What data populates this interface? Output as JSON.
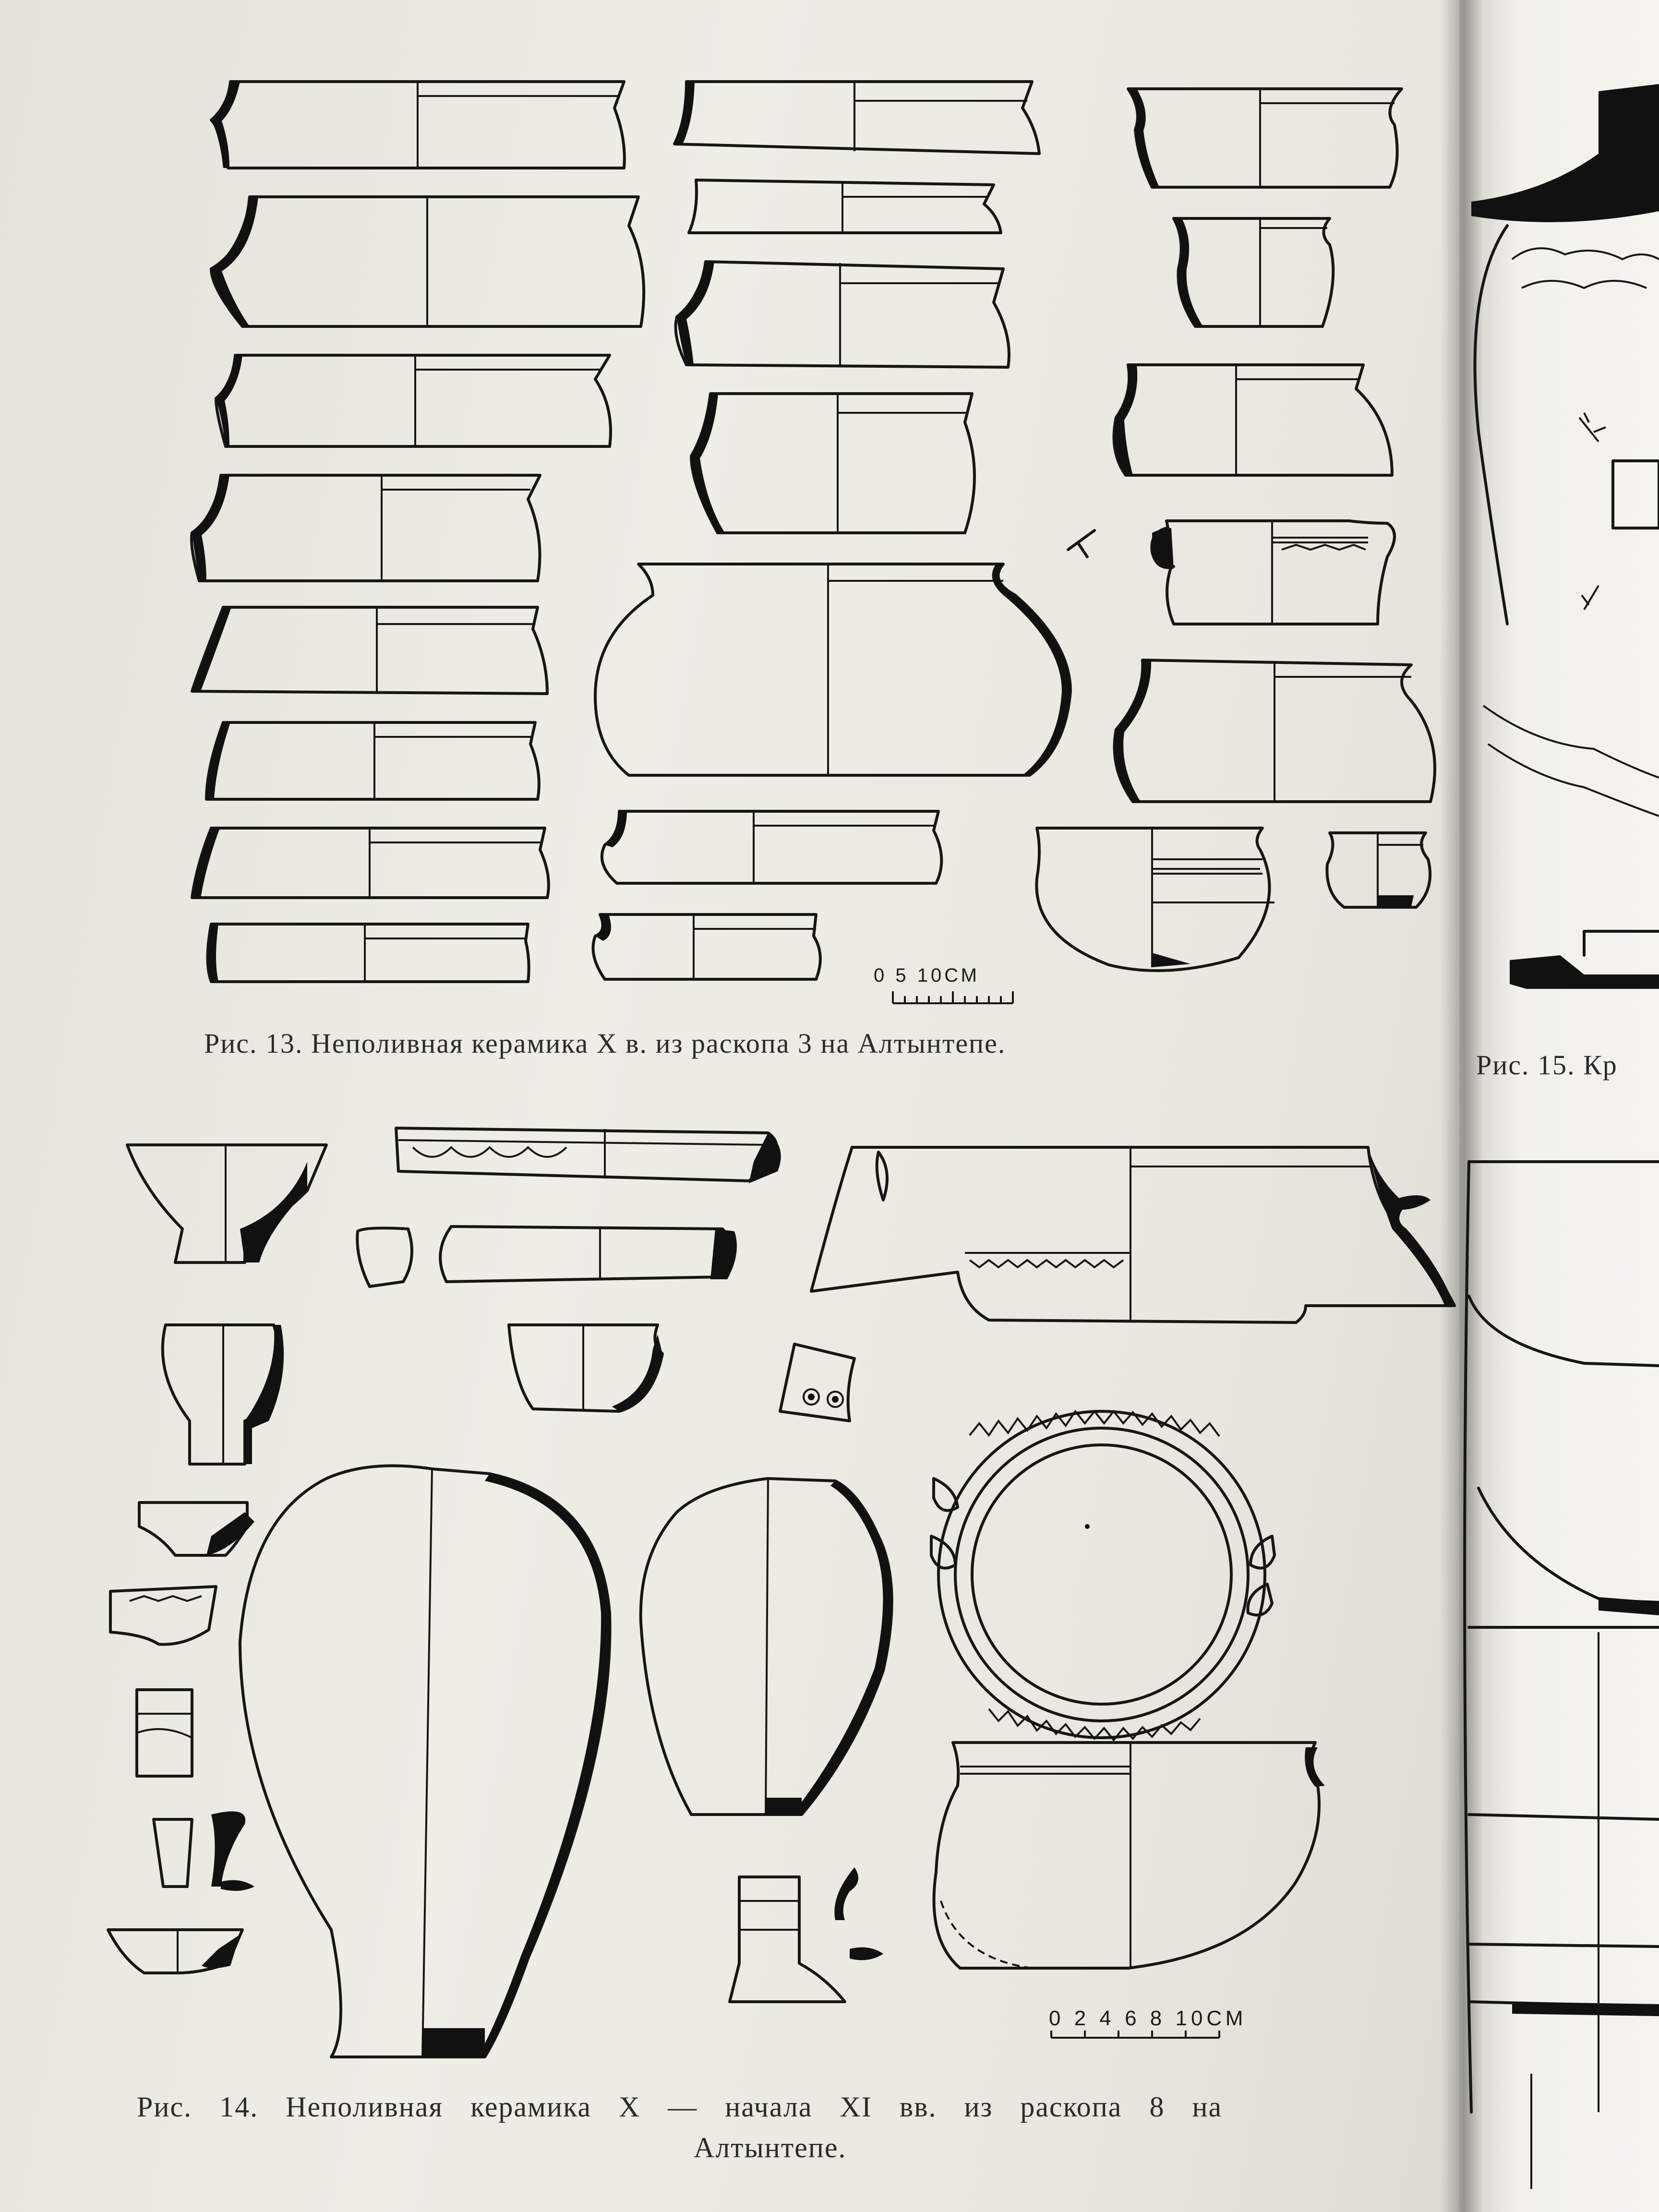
{
  "figure13": {
    "caption": "Рис. 13. Неполивная керамика X в. из раскопа 3 на Алтынтепе.",
    "scale_label": "0     5     10СМ"
  },
  "figure14": {
    "caption_line1": "Рис. 14. Неполивная керамика X — начала XI вв. из раскопа 8 на",
    "caption_line2": "Алтынтепе.",
    "scale_label": "0 2 4 6 8 10СМ"
  },
  "figure15": {
    "caption_fragment": "Рис. 15. Кр"
  },
  "colors": {
    "paper": "#eceae3",
    "ink": "#111111"
  }
}
